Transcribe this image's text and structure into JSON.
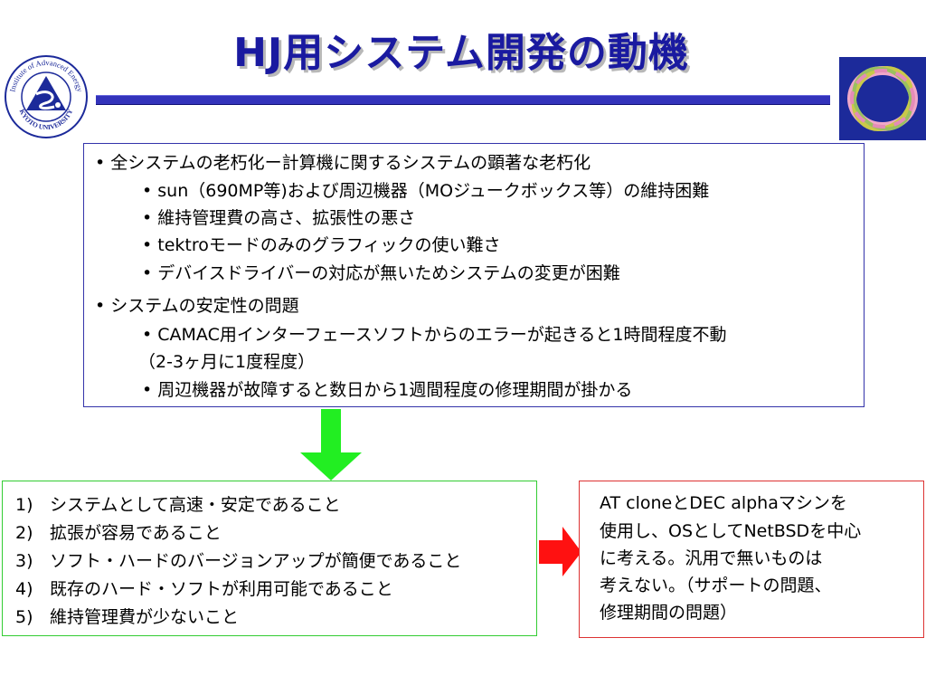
{
  "slide": {
    "title": "HJ用システム開発の動機"
  },
  "logo": {
    "ring_text": "Institute of Advanced Energy",
    "bottom_text": "KYOTO UNIVERSITY"
  },
  "motivation": {
    "bullet_1": "• 全システムの老朽化ー計算機に関するシステムの顕著な老朽化",
    "sub_1": "• sun（690MP等)および周辺機器（MOジュークボックス等）の維持困難",
    "sub_2": "• 維持管理費の高さ、拡張性の悪さ",
    "sub_3": "• tektroモードのみのグラフィックの使い難さ",
    "sub_4": "• デバイスドライバーの対応が無いためシステムの変更が困難",
    "bullet_2": "• システムの安定性の問題",
    "sub_5": "• CAMAC用インターフェースソフトからのエラーが起きると1時間程度不動",
    "sub_5_cont": "（2-3ヶ月に1度程度）",
    "sub_6": "• 周辺機器が故障すると数日から1週間程度の修理期間が掛かる"
  },
  "requirements": [
    {
      "num": "1)",
      "text": "システムとして高速・安定であること"
    },
    {
      "num": "2)",
      "text": "拡張が容易であること"
    },
    {
      "num": "3)",
      "text": "ソフト・ハードのバージョンアップが簡便であること"
    },
    {
      "num": "4)",
      "text": "既存のハード・ソフトが利用可能であること"
    },
    {
      "num": "5)",
      "text": "維持管理費が少ないこと"
    }
  ],
  "solution": {
    "line_1": "AT cloneとDEC alphaマシンを",
    "line_2": "使用し、OSとしてNetBSDを中心",
    "line_3": "に考える。汎用で無いものは",
    "line_4": "考えない。（サポートの問題、",
    "line_5": "修理期間の問題）"
  },
  "colors": {
    "title": "#1a1aa0",
    "main_border": "#3333aa",
    "requirements_border": "#33cc33",
    "solution_border": "#dd3333",
    "down_arrow": "#22ee22",
    "right_arrow": "#ff1111"
  }
}
